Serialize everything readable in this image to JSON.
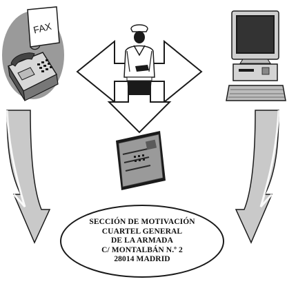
{
  "address": {
    "line1": "SECCIÓN DE MOTIVACIÓN",
    "line2": "CUARTEL GENERAL",
    "line3": "DE LA ARMADA",
    "line4": "C/ MONTALBÁN N.º 2",
    "line5": "28014 MADRID"
  },
  "fax_label": "FAX",
  "icons": [
    "fax-machine-icon",
    "sailor-icon",
    "computer-icon",
    "mail-envelope-icon"
  ],
  "colors": {
    "ink": "#1a1a1a",
    "fill": "#ffffff",
    "gray": "#9a9a9a",
    "light": "#c9c9c9"
  }
}
